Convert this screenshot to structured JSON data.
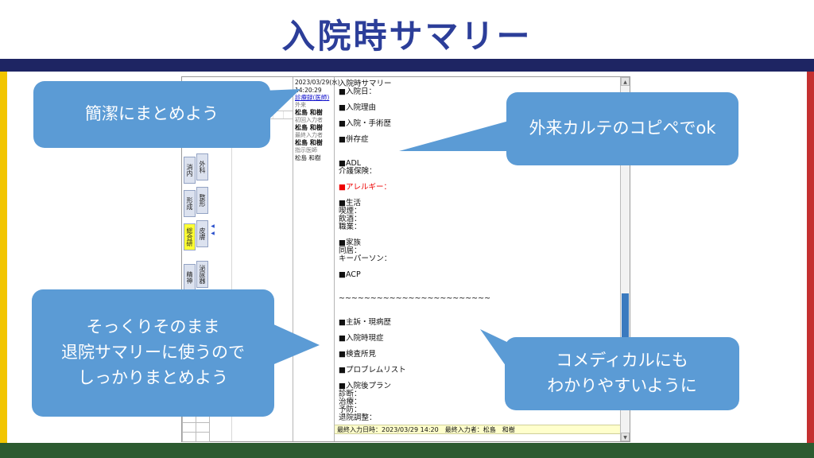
{
  "colors": {
    "title_blue": "#2c3e99",
    "navy_bar": "#1e2563",
    "bubble_blue": "#5b9bd5",
    "left_strip_yellow": "#f2c500",
    "right_strip_red": "#c53030",
    "bottom_bar_green": "#2c5b30",
    "tab_highlight_yellow": "#ffff33",
    "allergy_red": "#ee0000",
    "status_bar_yellow": "#ffffcc",
    "record_link_blue": "#1111cc",
    "scroll_thumb_blue": "#3a7abf"
  },
  "slide": {
    "title": "入院時サマリー"
  },
  "callouts": {
    "top_left": {
      "lines": [
        "簡潔にまとめよう"
      ]
    },
    "top_right": {
      "lines": [
        "外来カルテのコピペでok"
      ]
    },
    "bottom_left": {
      "lines": [
        "そっくりそのまま",
        "退院サマリーに使うので",
        "しっかりまとめよう"
      ]
    },
    "bottom_right": {
      "lines": [
        "コメディカルにも",
        "わかりやすいように"
      ]
    }
  },
  "emr": {
    "tabs_col1": [
      {
        "label": "消内",
        "c": ""
      },
      {
        "label": "形成",
        "c": ""
      },
      {
        "label": "総合研",
        "c": "hl"
      },
      {
        "label": "精神",
        "c": ""
      }
    ],
    "tabs_col2": [
      {
        "label": "外科",
        "c": ""
      },
      {
        "label": "整形",
        "c": ""
      },
      {
        "label": "皮膚",
        "c": ""
      },
      {
        "label": "泌尿器",
        "c": ""
      }
    ],
    "collapse_icon": "◀◀",
    "scroll_up_icon": "▲",
    "scroll_down_icon": "▼",
    "meta_rows": [
      {
        "t": "2023/03/29(水)",
        "c": ""
      },
      {
        "t": "14:20:29",
        "c": ""
      },
      {
        "t": "診療録(医師)",
        "c": "link"
      },
      {
        "t": "外来",
        "c": "gray"
      },
      {
        "t": "松島 和樹",
        "c": "bold"
      },
      {
        "t": "初回入力者",
        "c": "gray"
      },
      {
        "t": "松島 和樹",
        "c": "bold"
      },
      {
        "t": "最終入力者",
        "c": "gray"
      },
      {
        "t": "松島 和樹",
        "c": "bold"
      },
      {
        "t": "指示医師",
        "c": "gray"
      },
      {
        "t": "松島 和樹",
        "c": ""
      }
    ],
    "document": {
      "title": "入院時サマリー",
      "lines": [
        {
          "t": "■入院日：",
          "c": ""
        },
        {
          "t": "",
          "c": ""
        },
        {
          "t": "■入院理由",
          "c": ""
        },
        {
          "t": "",
          "c": ""
        },
        {
          "t": "■入院・手術歴",
          "c": ""
        },
        {
          "t": "",
          "c": ""
        },
        {
          "t": "■併存症",
          "c": ""
        },
        {
          "t": "",
          "c": ""
        },
        {
          "t": "",
          "c": ""
        },
        {
          "t": "■ADL",
          "c": ""
        },
        {
          "t": "介護保険：",
          "c": ""
        },
        {
          "t": "",
          "c": ""
        },
        {
          "t": "■アレルギー：",
          "c": "red"
        },
        {
          "t": "",
          "c": ""
        },
        {
          "t": "■生活",
          "c": ""
        },
        {
          "t": "喫煙：",
          "c": ""
        },
        {
          "t": "飲酒：",
          "c": ""
        },
        {
          "t": "職業：",
          "c": ""
        },
        {
          "t": "",
          "c": ""
        },
        {
          "t": "■家族",
          "c": ""
        },
        {
          "t": "同居：",
          "c": ""
        },
        {
          "t": "キーパーソン：",
          "c": ""
        },
        {
          "t": "",
          "c": ""
        },
        {
          "t": "■ACP",
          "c": ""
        },
        {
          "t": "",
          "c": ""
        },
        {
          "t": "",
          "c": ""
        },
        {
          "t": "~~~~~~~~~~~~~~~~~~~~~~~~",
          "c": ""
        },
        {
          "t": "",
          "c": ""
        },
        {
          "t": "",
          "c": ""
        },
        {
          "t": "■主訴・現病歴",
          "c": ""
        },
        {
          "t": "",
          "c": ""
        },
        {
          "t": "■入院時現症",
          "c": ""
        },
        {
          "t": "",
          "c": ""
        },
        {
          "t": "■検査所見",
          "c": ""
        },
        {
          "t": "",
          "c": ""
        },
        {
          "t": "■プロブレムリスト",
          "c": ""
        },
        {
          "t": "",
          "c": ""
        },
        {
          "t": "■入院後プラン",
          "c": ""
        },
        {
          "t": "診断：",
          "c": ""
        },
        {
          "t": "治療：",
          "c": ""
        },
        {
          "t": "予防：",
          "c": ""
        },
        {
          "t": "退院調整：",
          "c": ""
        }
      ]
    },
    "status_bar": "最終入力日時：2023/03/29 14:20　最終入力者：松島　和樹"
  }
}
